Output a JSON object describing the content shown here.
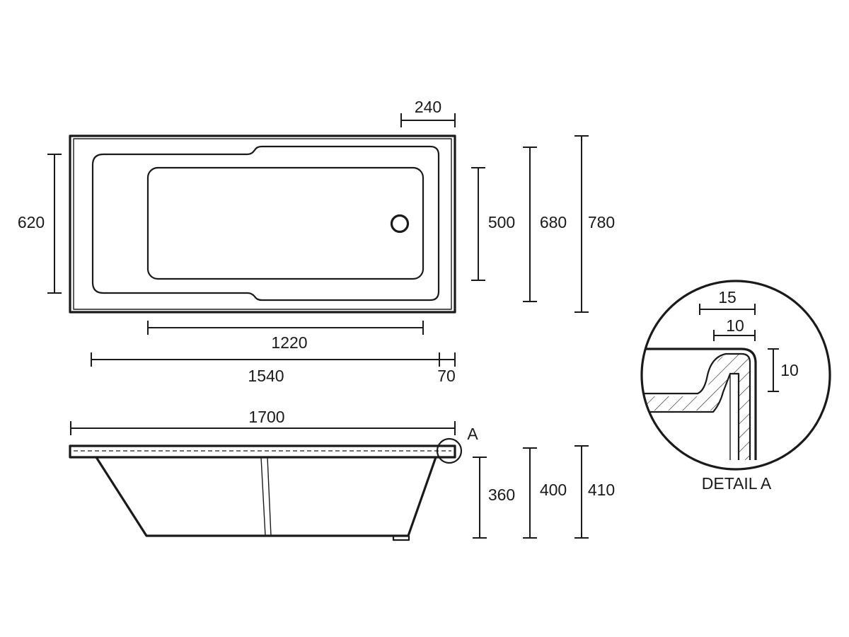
{
  "plan_view": {
    "dims": {
      "d240": "240",
      "d620": "620",
      "d500": "500",
      "d680": "680",
      "d780": "780",
      "d1220": "1220",
      "d1540": "1540",
      "d70": "70"
    }
  },
  "side_view": {
    "dims": {
      "d1700": "1700",
      "d360": "360",
      "d400": "400",
      "d410": "410"
    },
    "detail_marker": "A"
  },
  "detail": {
    "title": "DETAIL A",
    "dims": {
      "d15": "15",
      "d10a": "10",
      "d10b": "10"
    }
  },
  "colors": {
    "line": "#1a1a1a",
    "background": "#ffffff"
  }
}
